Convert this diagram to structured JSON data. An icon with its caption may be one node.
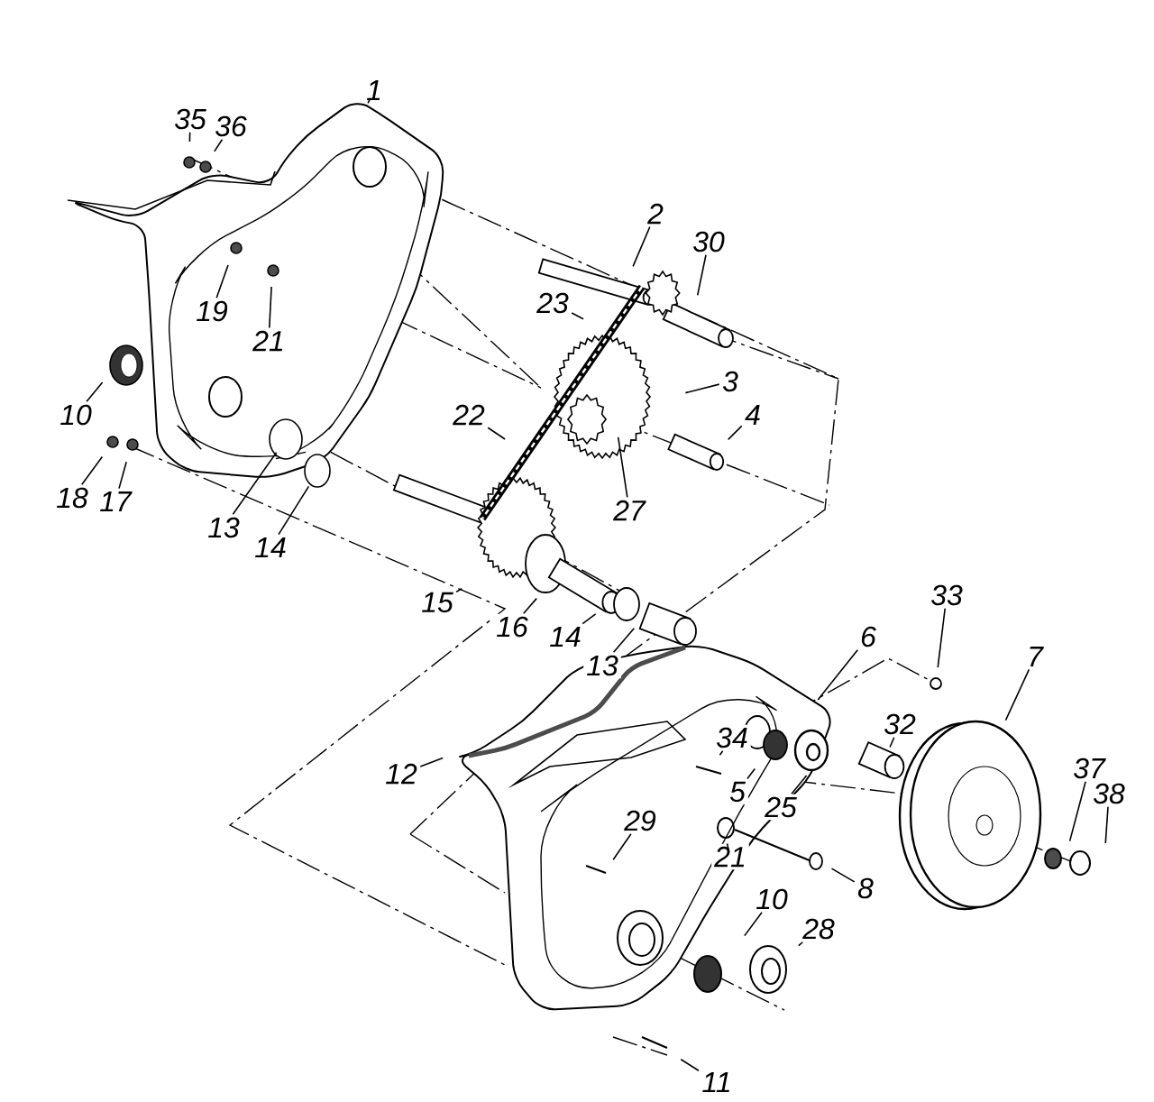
{
  "diagram": {
    "nodes": [
      {
        "text": [
          "1"
        ]
      },
      {
        "text": [
          "35"
        ]
      },
      {
        "text": [
          "36"
        ]
      },
      {
        "text": [
          "19"
        ]
      },
      {
        "text": [
          "21"
        ]
      },
      {
        "text": [
          "10"
        ]
      },
      {
        "text": [
          "18"
        ]
      },
      {
        "text": [
          "17"
        ]
      },
      {
        "text": [
          "13"
        ]
      },
      {
        "text": [
          "14"
        ]
      },
      {
        "text": [
          "2"
        ]
      },
      {
        "text": [
          "30"
        ]
      },
      {
        "text": [
          "23"
        ]
      },
      {
        "text": [
          "3"
        ]
      },
      {
        "text": [
          "4"
        ]
      },
      {
        "text": [
          "22"
        ]
      },
      {
        "text": [
          "27"
        ]
      },
      {
        "text": [
          "15"
        ]
      },
      {
        "text": [
          "16"
        ]
      },
      {
        "text": [
          "14"
        ]
      },
      {
        "text": [
          "13"
        ]
      },
      {
        "text": [
          "33"
        ]
      },
      {
        "text": [
          "6"
        ]
      },
      {
        "text": [
          "7"
        ]
      },
      {
        "text": [
          "12"
        ]
      },
      {
        "text": [
          "34"
        ]
      },
      {
        "text": [
          "5"
        ]
      },
      {
        "text": [
          "25"
        ]
      },
      {
        "text": [
          "32"
        ]
      },
      {
        "text": [
          "37"
        ]
      },
      {
        "text": [
          "38"
        ]
      },
      {
        "text": [
          "29"
        ]
      },
      {
        "text": [
          "21"
        ]
      },
      {
        "text": [
          "8"
        ]
      },
      {
        "text": [
          "10"
        ]
      },
      {
        "text": [
          "28"
        ]
      },
      {
        "text": [
          "11"
        ]
      }
    ],
    "edges": [
      {
        "from": 0,
        "to": null,
        "arrow": "none"
      },
      {
        "from": 1,
        "to": null,
        "arrow": "none"
      },
      {
        "from": 2,
        "to": null,
        "arrow": "none"
      },
      {
        "from": 3,
        "to": null,
        "arrow": "none"
      },
      {
        "from": 4,
        "to": null,
        "arrow": "none"
      },
      {
        "from": 5,
        "to": null,
        "arrow": "none"
      },
      {
        "from": 6,
        "to": null,
        "arrow": "none"
      },
      {
        "from": 7,
        "to": null,
        "arrow": "none"
      },
      {
        "from": 8,
        "to": null,
        "arrow": "none"
      },
      {
        "from": 9,
        "to": null,
        "arrow": "none"
      },
      {
        "from": 10,
        "to": null,
        "arrow": "none"
      },
      {
        "from": 11,
        "to": null,
        "arrow": "none"
      },
      {
        "from": 12,
        "to": null,
        "arrow": "none"
      },
      {
        "from": 13,
        "to": null,
        "arrow": "none"
      },
      {
        "from": 14,
        "to": null,
        "arrow": "none"
      },
      {
        "from": 15,
        "to": null,
        "arrow": "none"
      },
      {
        "from": 16,
        "to": null,
        "arrow": "none"
      },
      {
        "from": 17,
        "to": null,
        "arrow": "none"
      },
      {
        "from": 18,
        "to": null,
        "arrow": "none"
      },
      {
        "from": 19,
        "to": null,
        "arrow": "none"
      },
      {
        "from": 20,
        "to": null,
        "arrow": "none"
      },
      {
        "from": 21,
        "to": null,
        "arrow": "none"
      },
      {
        "from": 22,
        "to": null,
        "arrow": "none"
      },
      {
        "from": 23,
        "to": null,
        "arrow": "none"
      },
      {
        "from": 24,
        "to": null,
        "arrow": "none"
      },
      {
        "from": 25,
        "to": null,
        "arrow": "none"
      },
      {
        "from": 26,
        "to": null,
        "arrow": "none"
      },
      {
        "from": 27,
        "to": null,
        "arrow": "none"
      },
      {
        "from": 28,
        "to": null,
        "arrow": "none"
      },
      {
        "from": 29,
        "to": null,
        "arrow": "none"
      },
      {
        "from": 30,
        "to": null,
        "arrow": "none"
      },
      {
        "from": 31,
        "to": null,
        "arrow": "none"
      },
      {
        "from": 32,
        "to": null,
        "arrow": "none"
      },
      {
        "from": 33,
        "to": null,
        "arrow": "none"
      },
      {
        "from": 34,
        "to": null,
        "arrow": "none"
      },
      {
        "from": 35,
        "to": null,
        "arrow": "none"
      },
      {
        "from": 36,
        "to": null,
        "arrow": "none"
      }
    ]
  }
}
